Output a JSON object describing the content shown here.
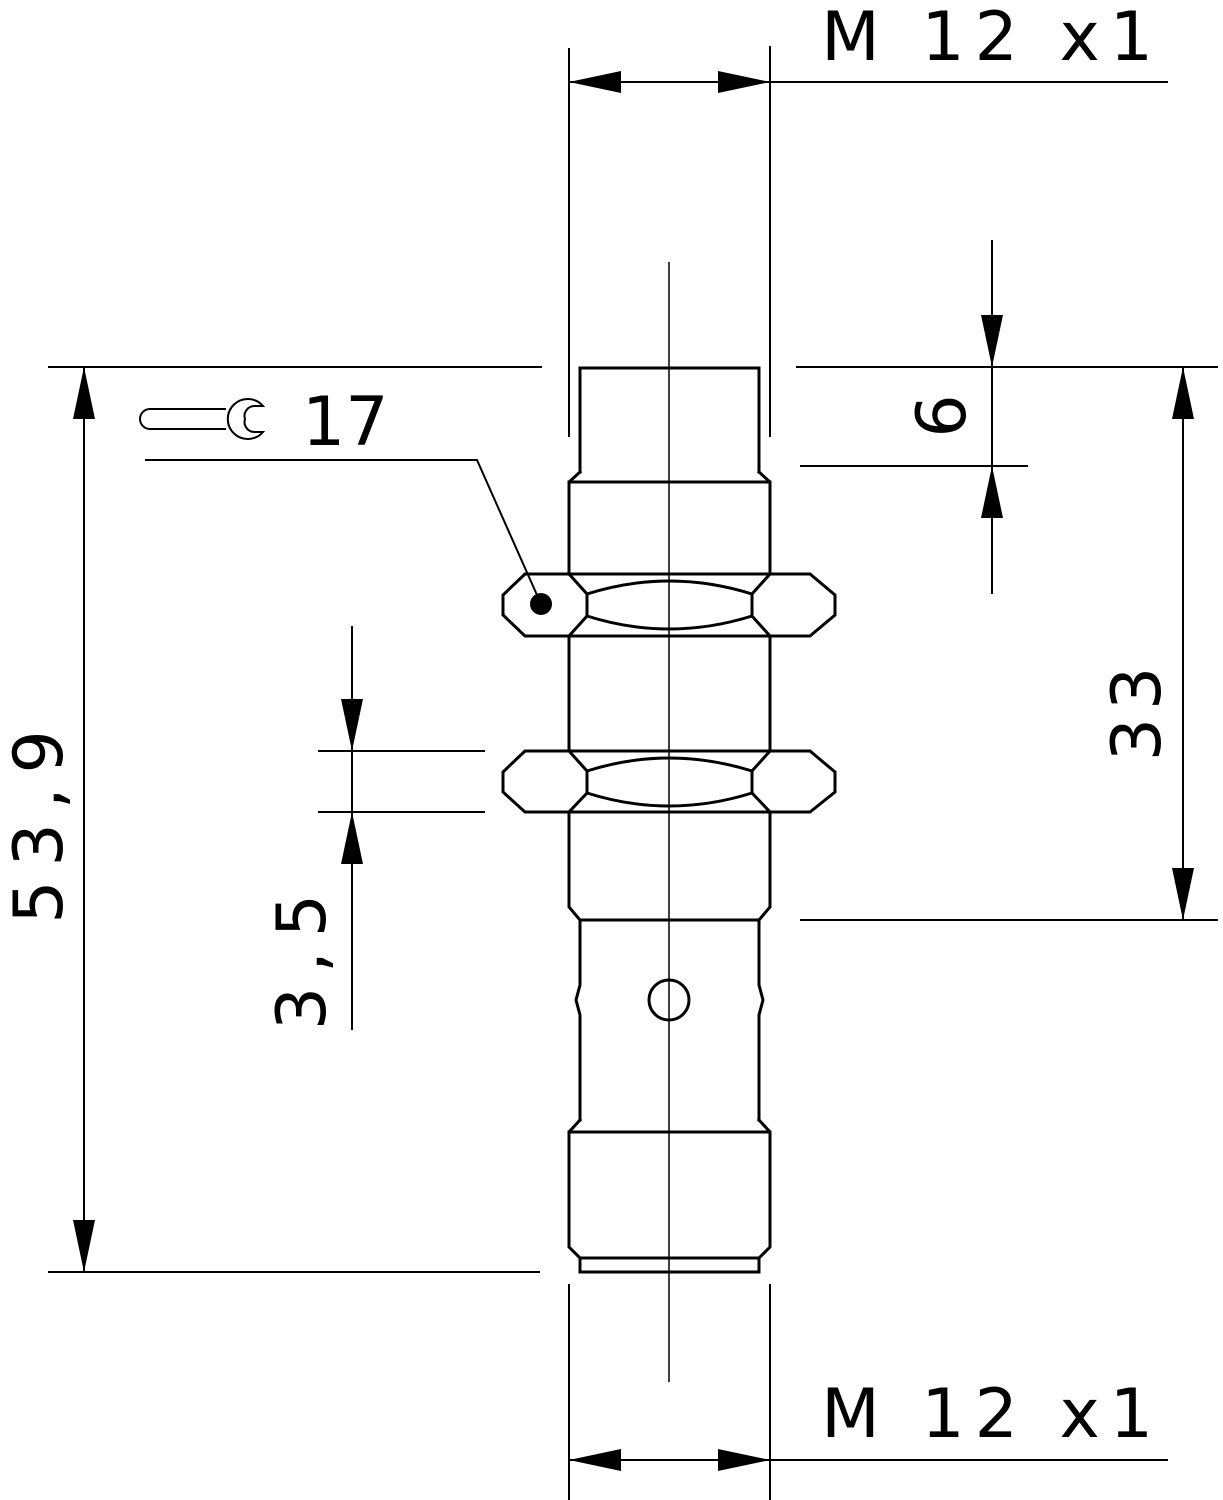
{
  "drawing": {
    "thread_top": "M 12 x1",
    "thread_bottom": "M 12 x1",
    "wrench_size": "17",
    "dim_total_length": "53,9",
    "dim_thread_length": "33",
    "dim_sensing_face": "6",
    "dim_nut_thickness": "3,5"
  }
}
